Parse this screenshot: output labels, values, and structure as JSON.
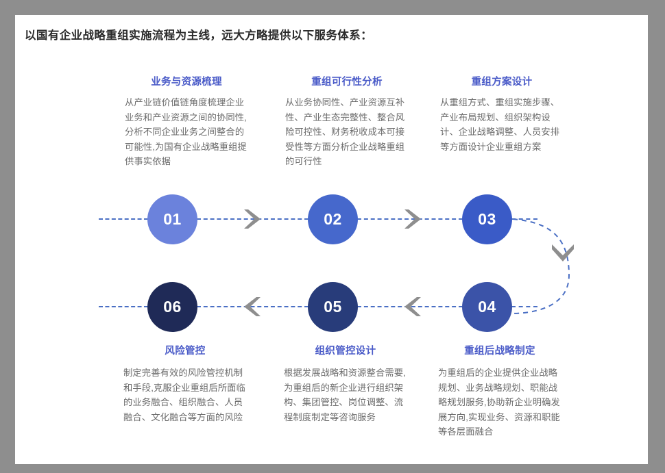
{
  "header": {
    "title": "以国有企业战略重组实施流程为主线，远大方略提供以下服务体系："
  },
  "colors": {
    "frame_border": "#8e8e8e",
    "card_title": "#4a5bc8",
    "body_text": "#6b6b6b",
    "connector_line": "#4a6fc4",
    "arrow": "#8e8e8e",
    "step_01": "#6b82dc",
    "step_02": "#4668cc",
    "step_03": "#3a5bc7",
    "step_04": "#3b53a8",
    "step_05": "#283c7a",
    "step_06": "#1f2a57"
  },
  "steps": [
    {
      "number": "01",
      "title": "业务与资源梳理",
      "body": "从产业链价值链角度梳理企业业务和产业资源之间的协同性,分析不同企业业务之间整合的可能性,为国有企业战略重组提供事实依据"
    },
    {
      "number": "02",
      "title": "重组可行性分析",
      "body": "从业务协同性、产业资源互补性、产业生态完整性、整合风险可控性、财务税收成本可接受性等方面分析企业战略重组的可行性"
    },
    {
      "number": "03",
      "title": "重组方案设计",
      "body": "从重组方式、重组实施步骤、产业布局规划、组织架构设计、企业战略调整、人员安排等方面设计企业重组方案"
    },
    {
      "number": "04",
      "title": "重组后战略制定",
      "body": "为重组后的企业提供企业战略规划、业务战略规划、职能战略规划服务,协助新企业明确发展方向,实现业务、资源和职能等各层面融合"
    },
    {
      "number": "05",
      "title": "组织管控设计",
      "body": "根据发展战略和资源整合需要,为重组后的新企业进行组织架构、集团管控、岗位调整、流程制度制定等咨询服务"
    },
    {
      "number": "06",
      "title": "风险管控",
      "body": "制定完善有效的风险管控机制和手段,克服企业重组后所面临的业务融合、组织融合、人员融合、文化融合等方面的风险"
    }
  ]
}
